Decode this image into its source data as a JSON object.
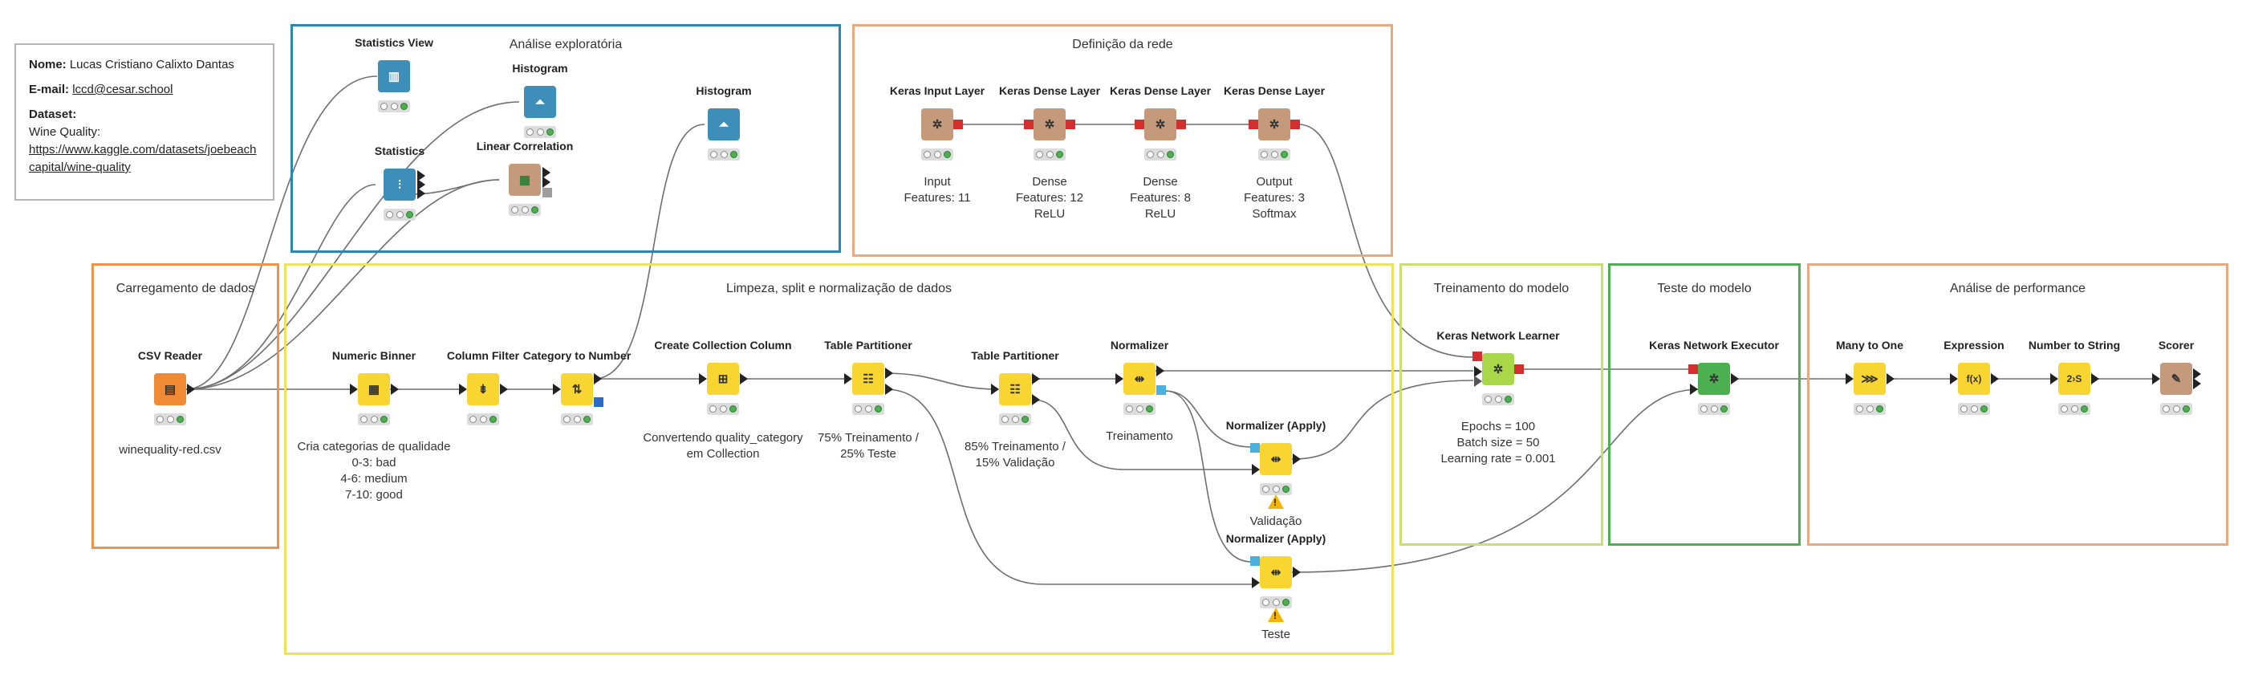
{
  "info": {
    "name_label": "Nome:",
    "name_value": "Lucas Cristiano Calixto Dantas",
    "email_label": "E-mail:",
    "email_value": "lccd@cesar.school",
    "dataset_label": "Dataset:",
    "dataset_value": "Wine Quality:",
    "dataset_link_1": "https://www.kaggle.com/datasets/joebeach",
    "dataset_link_2": "capital/wine-quality"
  },
  "annotations": {
    "exploratory": "Análise exploratória",
    "network": "Definição da rede",
    "loading": "Carregamento de dados",
    "cleaning": "Limpeza, split e normalização de dados",
    "training": "Treinamento do modelo",
    "testing": "Teste do modelo",
    "performance": "Análise de performance"
  },
  "nodes": {
    "stats_view": {
      "title": "Statistics View",
      "glyph": "▥"
    },
    "histogram1": {
      "title": "Histogram",
      "glyph": "⏶"
    },
    "statistics": {
      "title": "Statistics",
      "glyph": "⫶"
    },
    "linear_corr": {
      "title": "Linear Correlation",
      "glyph": "▦"
    },
    "histogram2": {
      "title": "Histogram",
      "glyph": "⏶"
    },
    "keras_input": {
      "title": "Keras Input Layer",
      "glyph": "✲",
      "desc": "Input\nFeatures: 11"
    },
    "dense1": {
      "title": "Keras Dense Layer",
      "glyph": "✲",
      "desc": "Dense\nFeatures: 12\nReLU"
    },
    "dense2": {
      "title": "Keras Dense Layer",
      "glyph": "✲",
      "desc": "Dense\nFeatures: 8\nReLU"
    },
    "dense3": {
      "title": "Keras Dense Layer",
      "glyph": "✲",
      "desc": "Output\nFeatures: 3\nSoftmax"
    },
    "csv_reader": {
      "title": "CSV Reader",
      "glyph": "▤",
      "desc": "winequality-red.csv"
    },
    "binner": {
      "title": "Numeric Binner",
      "glyph": "▦",
      "desc": "Cria categorias de qualidade\n0-3: bad\n4-6: medium\n7-10: good"
    },
    "col_filter": {
      "title": "Column Filter",
      "glyph": "⇟",
      "desc": ""
    },
    "cat_to_num": {
      "title": "Category to Number",
      "glyph": "⇅",
      "desc": ""
    },
    "create_coll": {
      "title": "Create Collection Column",
      "glyph": "⊞",
      "desc": "Convertendo quality_category\nem Collection"
    },
    "partition1": {
      "title": "Table Partitioner",
      "glyph": "☷",
      "desc": "75% Treinamento /\n25% Teste"
    },
    "partition2": {
      "title": "Table Partitioner",
      "glyph": "☷",
      "desc": "85% Treinamento /\n15% Validação"
    },
    "normalizer": {
      "title": "Normalizer",
      "glyph": "⇹",
      "desc": "Treinamento"
    },
    "norm_apply1": {
      "title": "Normalizer (Apply)",
      "glyph": "⇹",
      "desc": "Validação"
    },
    "norm_apply2": {
      "title": "Normalizer (Apply)",
      "glyph": "⇹",
      "desc": "Teste"
    },
    "learner": {
      "title": "Keras Network Learner",
      "glyph": "✲",
      "desc": "Epochs = 100\nBatch size = 50\nLearning rate = 0.001"
    },
    "executor": {
      "title": "Keras Network Executor",
      "glyph": "✲",
      "desc": ""
    },
    "many_to_one": {
      "title": "Many to One",
      "glyph": "⋙",
      "desc": ""
    },
    "expression": {
      "title": "Expression",
      "glyph": "f(x)",
      "desc": ""
    },
    "num_to_str": {
      "title": "Number to String",
      "glyph": "2›S",
      "desc": ""
    },
    "scorer": {
      "title": "Scorer",
      "glyph": "✎",
      "desc": ""
    }
  },
  "colors": {
    "exploratory": "#2b86b3",
    "network": "#e8a982",
    "loading": "#f0934a",
    "cleaning": "#ede25a",
    "training": "#c8e06e",
    "testing": "#4caf50",
    "performance": "#e8a982",
    "node_blue": "#3d8eb9",
    "node_tan": "#c49a7a",
    "node_yellow": "#f9d532",
    "node_orange": "#f08a35",
    "node_green_light": "#a8d84a",
    "node_green": "#4caf50",
    "port_red": "#d32f2f",
    "port_blue": "#4ab0de"
  }
}
